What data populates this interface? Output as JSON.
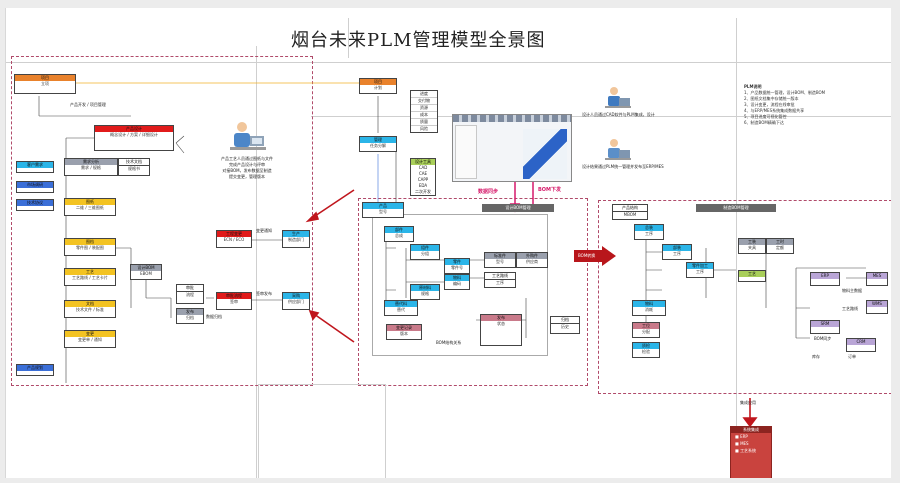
{
  "title": "烟台未来PLM管理模型全景图",
  "colors": {
    "orange": "#e9822c",
    "red": "#e11b1b",
    "yellow": "#f3c322",
    "cyan": "#2bb5e8",
    "blue": "#3b6fd8",
    "dashed": "#b04a6a",
    "arrow": "#c0161d",
    "magenta": "#d6196a"
  },
  "left": {
    "top_node": {
      "header": "项目",
      "body": "立项"
    },
    "top_caption": "产品开发 / 项目管理",
    "red_node": {
      "header": "产品设计",
      "body": "概念设计 / 方案 / 详细设计"
    },
    "person_note": [
      "产品工艺人员通过图纸与文件",
      "完成产品设计与评审",
      "对接BOM，发布数据至制造",
      "提交变更，管理版本"
    ],
    "blue_nodes": [
      {
        "header": "客户需求",
        "body": ""
      },
      {
        "header": "市场调研",
        "body": ""
      },
      {
        "header": "技术协议",
        "body": ""
      },
      {
        "header": "产品规划",
        "body": ""
      }
    ],
    "gray_node": {
      "header": "需求分析",
      "body": "需求 / 规格"
    },
    "box_node": {
      "header": "技术文档",
      "body": "规格书"
    },
    "yellow_nodes": [
      {
        "header": "图纸",
        "body": "二维 / 三维图纸"
      },
      {
        "header": "图档",
        "body": "零件图 / 装配图"
      },
      {
        "header": "工艺",
        "body": "工艺路线 / 工艺卡片"
      },
      {
        "header": "文档",
        "body": "技术文件 / 标准"
      },
      {
        "header": "变更",
        "body": "变更单 / 通知"
      }
    ],
    "center_gray": {
      "header": "设计BOM",
      "body": "EBOM"
    },
    "mid_box": {
      "header": "审批",
      "body": "流程"
    },
    "sub_box": {
      "header": "发布",
      "body": "归档"
    },
    "red_small_top": {
      "header": "工程变更",
      "body": "ECN / ECO"
    },
    "red_small_bottom": {
      "header": "审批流程",
      "body": "签审"
    },
    "right_blue_top": {
      "header": "生产",
      "body": "制造部门"
    },
    "right_blue_bottom": {
      "header": "采购",
      "body": "供应部门"
    },
    "labels": [
      "变更通知",
      "签审发布",
      "数据归档"
    ]
  },
  "center": {
    "top_node": {
      "header": "项目",
      "body": "计划"
    },
    "mid_node": {
      "header": "管理",
      "body": "任务分解"
    },
    "side_list": [
      "进度",
      "交付物",
      "资源",
      "成本",
      "质量",
      "风险"
    ],
    "green_node": {
      "header": "设计工具",
      "body": ""
    },
    "green_list": [
      "CAD",
      "CAE",
      "CAPP",
      "EDA",
      "二次开发"
    ],
    "person_top_note": "设计人员通过CAD软件与PLM集成，设计",
    "person_bottom_note": "设计结果通过PLM统一管理并发布至ERP/MES",
    "arrow_labels": [
      "数据同步",
      "BOM下发"
    ],
    "panel_header": "设计BOM管理",
    "panel_nodes": [
      {
        "header": "产品",
        "body": "型号"
      },
      {
        "header": "部件",
        "body": "总成"
      },
      {
        "header": "组件",
        "body": "分组"
      },
      {
        "header": "零件",
        "body": "零件号"
      },
      {
        "header": "物料",
        "body": "编码"
      },
      {
        "header": "原材料",
        "body": "规格"
      },
      {
        "header": "标准件",
        "body": "型号"
      },
      {
        "header": "外购件",
        "body": "供应商"
      },
      {
        "header": "工艺路线",
        "body": "工序"
      },
      {
        "header": "替代料",
        "body": "替代"
      }
    ],
    "panel_caption": "BOM结构关系",
    "panel_pink": {
      "header": "变更记录",
      "body": "版本"
    },
    "panel_right": {
      "header": "发布",
      "body": "状态"
    },
    "panel_right2": {
      "header": "归档",
      "body": "历史"
    }
  },
  "right": {
    "panel_header": "制造BOM管理",
    "top_left": {
      "header": "产品结构",
      "body": "MBOM"
    },
    "nodes": [
      {
        "header": "总装",
        "body": "工序"
      },
      {
        "header": "部装",
        "body": "工序"
      },
      {
        "header": "零件加工",
        "body": "工序"
      },
      {
        "header": "工装",
        "body": "夹具"
      },
      {
        "header": "工时",
        "body": "定额"
      },
      {
        "header": "物料",
        "body": "消耗"
      },
      {
        "header": "工位",
        "body": "分配"
      },
      {
        "header": "质检",
        "body": "检验"
      }
    ],
    "green_node": {
      "header": "工艺",
      "body": ""
    },
    "lav_nodes": [
      "ERP",
      "MES",
      "SRM",
      "CRM",
      "WMS"
    ],
    "side_notes": [
      "物料主数据",
      "工艺路线",
      "BOM同步",
      "订单",
      "库存"
    ],
    "big_arrow": "BOM转换"
  },
  "legend": {
    "title": "PLM说明",
    "lines": [
      "1、产品数据统一管理，设计BOM、制造BOM",
      "2、图纸文档集中存储统一版本",
      "3、设计变更，流程在线审批",
      "4、与ERP/MES系统集成数据共享",
      "5、项目进度可视化管控",
      "6、制造BOM精确下达"
    ]
  },
  "bottom": {
    "caption": "集成应用",
    "header": "系统集成",
    "items": [
      "ERP",
      "MES",
      "工艺系统"
    ]
  }
}
